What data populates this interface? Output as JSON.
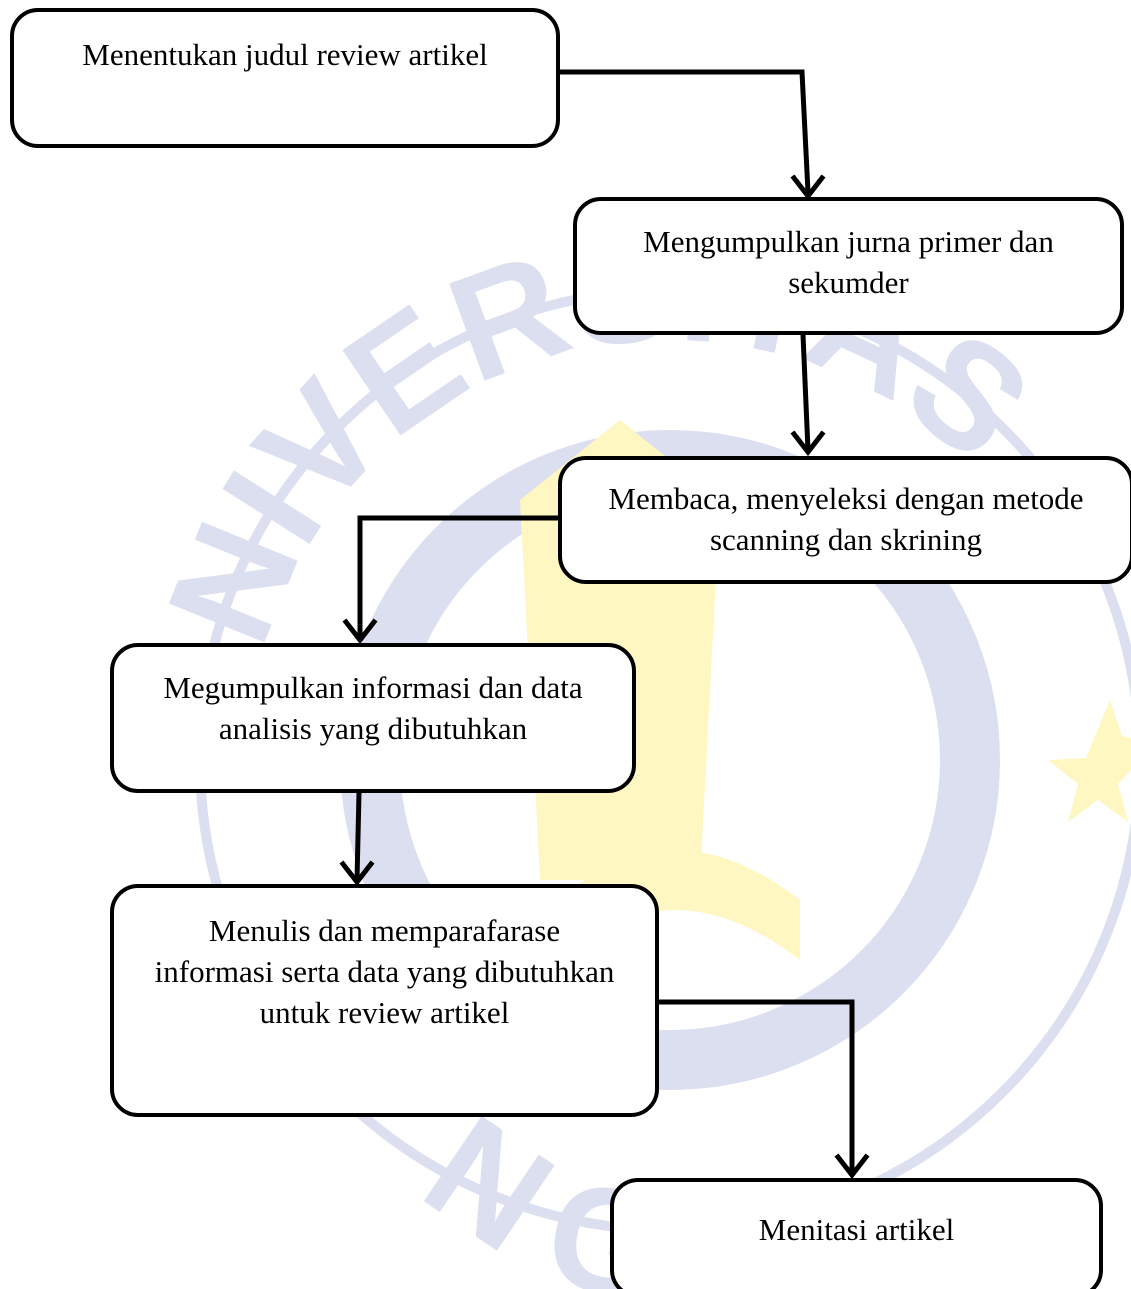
{
  "watermark": {
    "arc_top_text": "UNIVERSITAS",
    "arc_bottom_text": "NGA",
    "colors": {
      "blue": "#dcdff0",
      "yellow": "#fff7c2"
    }
  },
  "steps": [
    {
      "label": "Menentukan judul review artikel"
    },
    {
      "label": "Mengumpulkan jurna primer dan\nsekumder"
    },
    {
      "label": "Membaca, menyeleksi dengan metode\nscanning dan skrining"
    },
    {
      "label": "Megumpulkan informasi dan data\nanalisis yang dibutuhkan"
    },
    {
      "label": "Menulis dan memparafarase\ninformasi serta data yang dibutuhkan\nuntuk review artikel"
    },
    {
      "label": "Menitasi artikel"
    }
  ],
  "colors": {
    "box_border": "#000000",
    "arrow": "#000000",
    "background": "#ffffff"
  }
}
